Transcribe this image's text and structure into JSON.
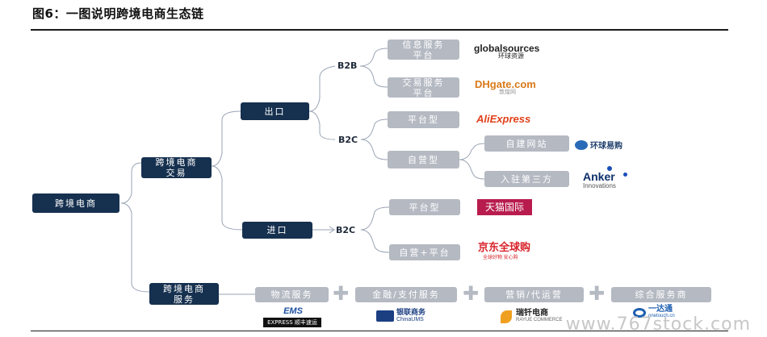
{
  "title": "图6：一图说明跨境电商生态链",
  "root": "跨境电商",
  "trade": "跨境电商\n交易",
  "service": "跨境电商\n服务",
  "export": "出口",
  "import": "进口",
  "b2b": "B2B",
  "b2c_export": "B2C",
  "b2c_import": "B2C",
  "info_platform": "信息服务\n平台",
  "trade_platform": "交易服务\n平台",
  "platform_type": "平台型",
  "self_type": "自营型",
  "self_site": "自建网站",
  "third_party": "入驻第三方",
  "import_platform": "平台型",
  "import_self": "自营+平台",
  "services": [
    "物流服务",
    "金融/支付服务",
    "营销/代运营",
    "综合服务商"
  ],
  "logos": {
    "global_sources_en": "globalsources",
    "global_sources_cn": "环球资源",
    "dhgate": "DHgate.com",
    "dhgate_cn": "敦煌网",
    "aliexpress": "AliExpress",
    "huanqiu": "环球易购",
    "anker": "Anker",
    "anker_sub": "Innovations",
    "tmall": "天猫国际",
    "jd": "京东全球购",
    "jd_sub": "全球好物 安心购",
    "ems": "EMS",
    "sf": "EXPRESS 顺丰速运",
    "yinlian": "银联商务",
    "yinlian_en": "ChinaUMS",
    "ruiqian": "瑞钎电商",
    "ruiqian_en": "RAYUE COMMERCE",
    "yidatong": "一达通",
    "yidatong_en": "onetouch.cn"
  },
  "watermark": "www.767stock.com",
  "colors": {
    "dark": "#16304f",
    "light": "#b4b9c2",
    "line": "#9aa4b5"
  }
}
